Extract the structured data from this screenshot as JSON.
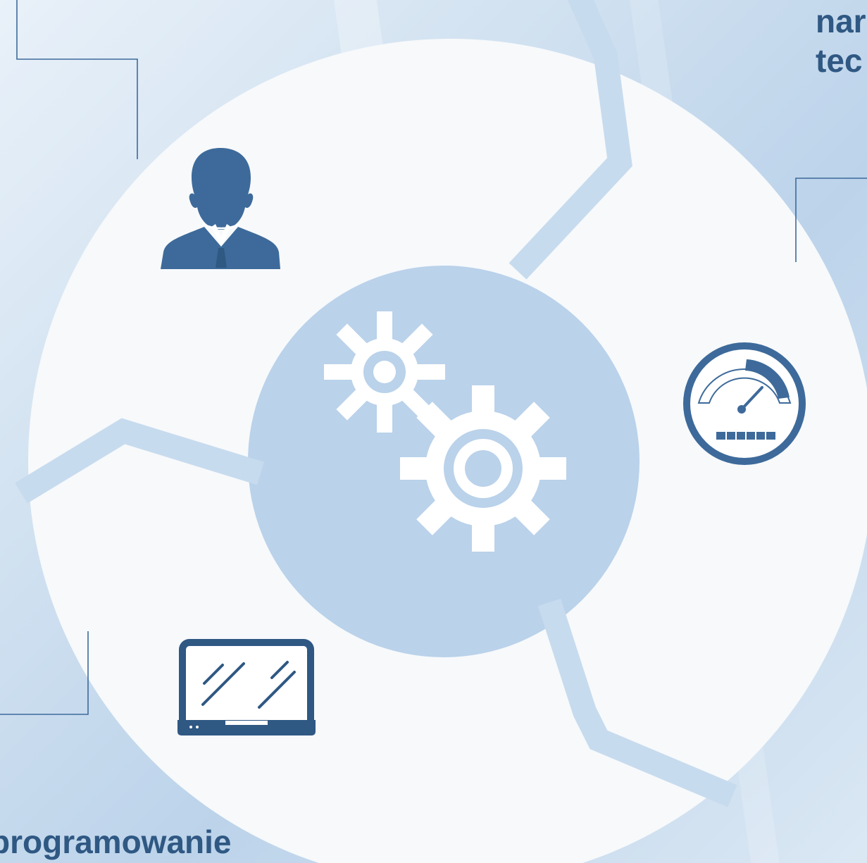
{
  "captions": {
    "top_right_line1": "nar",
    "top_right_line2": "tec",
    "bottom_left": "programowanie"
  },
  "icons": {
    "person": "businessman-icon",
    "gauge": "speedometer-icon",
    "laptop": "laptop-icon",
    "gears": "gears-icon"
  },
  "colors": {
    "accent": "#3d6a9a",
    "dark_accent": "#2f5883",
    "ring": "#f7f9fb",
    "hub": "#b9d2ea"
  }
}
